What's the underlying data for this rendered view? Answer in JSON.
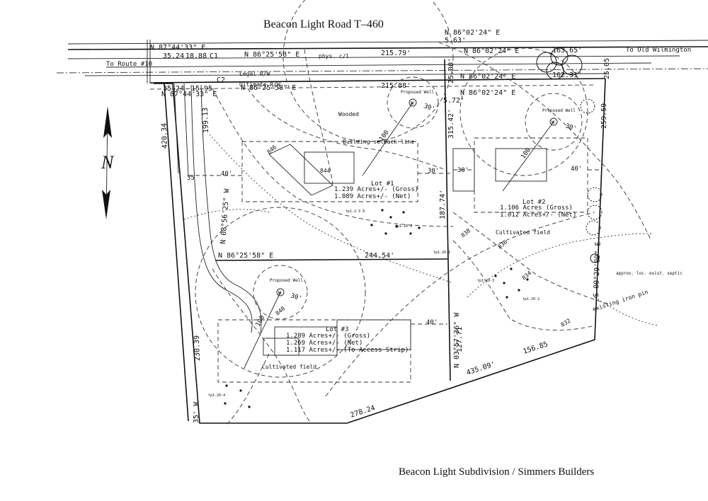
{
  "title": "Beacon Light Road    T–460",
  "footer": "Beacon Light Subdivision / Simmers Builders",
  "north_arrow": "N",
  "road": {
    "to_route": "To Route #10",
    "to_old_wilmington": "To Old Wilmington",
    "legal_rw": "Legal R/W",
    "ultimate_rw": "Ultimate R/W",
    "phys_cl": "phys. c/l"
  },
  "bearings": {
    "b1": "N 87°44'33\" E",
    "b2": "N 86°25'58\" E",
    "b3": "N 86°02'24\" E",
    "b4": "N 86°02'24\" E",
    "b5": "N 86°02'24\" E",
    "b6": "N 86°02'24\" E",
    "b7": "N 87°44'33\" E",
    "b8": "N 86°25'58\" E",
    "b9": "N 08°56'25\" W",
    "b10": "N 86°25'58\" E",
    "b11": "N 03°57'36\" W",
    "b12": "S 00°29'00\" E",
    "b13": "35' W"
  },
  "distances": {
    "d1": "35.24",
    "d2": "18.88",
    "c1": "C1",
    "d3": "215.79'",
    "d4": "5.63'",
    "d5": "163.65'",
    "d6": "162.31'",
    "d7": "25.05",
    "d8": "35.24",
    "d9": "15.95",
    "c2": "C2",
    "d10": "215.88'",
    "d11": "5.72'",
    "d12": "315.42'",
    "d13": "25.00'",
    "d14": "259.59",
    "d15": "420.34",
    "d16": "199.13",
    "d17": "244.54'",
    "d18": "187.74'",
    "d19": "127.71",
    "d20": "156.85",
    "d21": "435.09'",
    "d22": "278.24",
    "d23": "230.39",
    "d24": "35",
    "d25": "40'",
    "d26": "30'",
    "d27": "30'",
    "d28": "40'",
    "d29": "40'",
    "d30": "30'",
    "d31": "30'",
    "d32": "30'",
    "d33": "100",
    "d34": "100",
    "d35": "100"
  },
  "labels": {
    "wooded": "Wooded",
    "setback": "Building setback line",
    "house_844": "844",
    "proposed_well": "Proposed Well",
    "w": "W",
    "cultivated_field": "Cultivated field",
    "existing_iron_pin": "existing iron pin",
    "approx_septic": "approx. loc. exist. septic"
  },
  "contours": {
    "c846": "846",
    "c838": "838",
    "c836": "836",
    "c834": "834",
    "c840": "840",
    "c832": "832"
  },
  "test_pits": {
    "t1": "tp1-2-3 A",
    "t2": "tp1-20-4",
    "t3": "tp1-20-1",
    "t4": "tp1-20-3",
    "t5": "tp1-20-2",
    "t6": "tp1-20-4"
  },
  "lots": {
    "lot1": {
      "name": "Lot #1",
      "gross": "1.239 Acres+/-  (Gross)",
      "net": "1.089 Acres+/-  (Net)"
    },
    "lot2": {
      "name": "Lot #2",
      "gross": "1.106 Acres  (Gross)",
      "net": "1.012 Acres+/- (Net)"
    },
    "lot3": {
      "name": "Lot #3",
      "gross": "1.289 Acres+/-  (Gross)",
      "net": "1.269 Acres+/-  (Net)",
      "access": "1.117 Acres+/-  (To Access Strip)"
    }
  }
}
